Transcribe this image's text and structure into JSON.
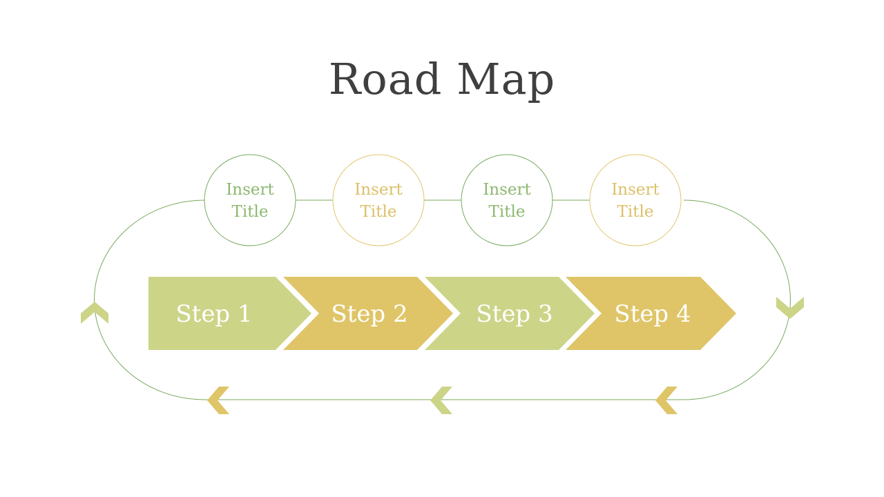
{
  "title": "Road Map",
  "colors": {
    "green_line": "#79a85a",
    "green_text": "#8db870",
    "gold_line": "#e0c56e",
    "gold_text": "#dcc068",
    "green_fill": "#ccd488",
    "gold_fill": "#dfc568",
    "step_text": "#ffffff",
    "title_text": "#3f3f3f"
  },
  "nodes": [
    {
      "line1": "Insert",
      "line2": "Title",
      "tone": "green"
    },
    {
      "line1": "Insert",
      "line2": "Title",
      "tone": "gold"
    },
    {
      "line1": "Insert",
      "line2": "Title",
      "tone": "green"
    },
    {
      "line1": "Insert",
      "line2": "Title",
      "tone": "gold"
    }
  ],
  "steps": [
    {
      "label": "Step 1",
      "tone": "green"
    },
    {
      "label": "Step 2",
      "tone": "gold"
    },
    {
      "label": "Step 3",
      "tone": "green"
    },
    {
      "label": "Step 4",
      "tone": "gold"
    }
  ]
}
